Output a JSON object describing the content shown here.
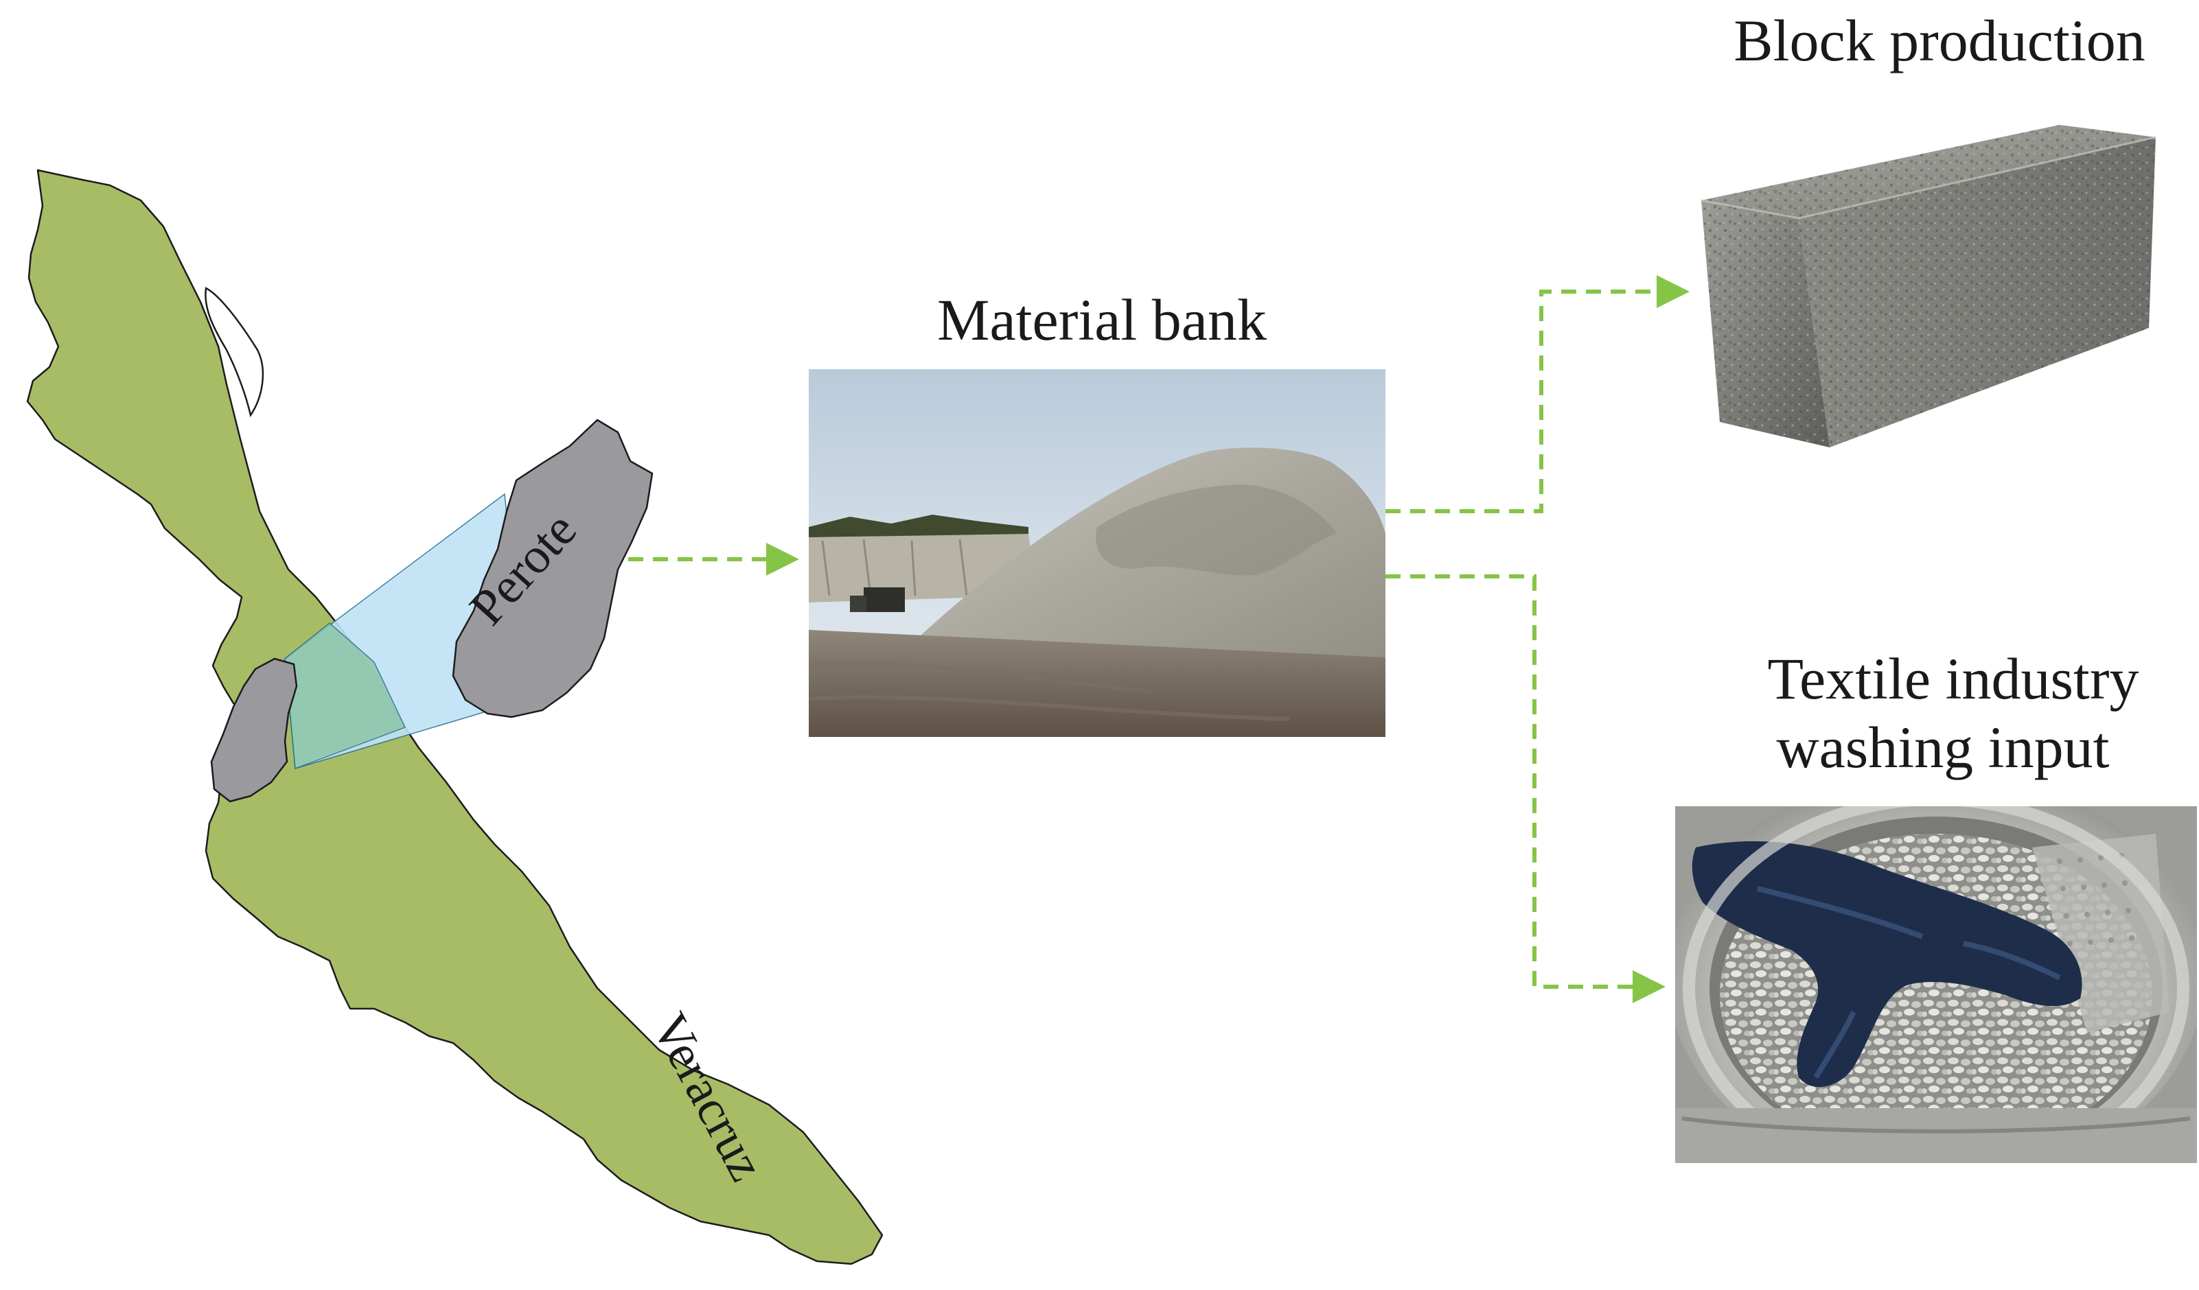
{
  "labels": {
    "material_bank": "Material bank",
    "block_production": "Block production",
    "textile_line1": "Textile industry",
    "textile_line2": "washing input",
    "perote": "Perote",
    "veracruz": "Veracruz"
  },
  "colors": {
    "state_fill": "#a8bc66",
    "region_fill": "#9a9a9e",
    "zoom_fill": "#bfe3f6",
    "overlap_fill": "#8ec6a8",
    "arrow": "#86c447",
    "outline": "#1c1c1c"
  },
  "icons": {
    "sand_pile_photo": "sand-pile-photo",
    "concrete_block_photo": "concrete-block-photo",
    "washing_drum_photo": "washing-drum-photo"
  }
}
